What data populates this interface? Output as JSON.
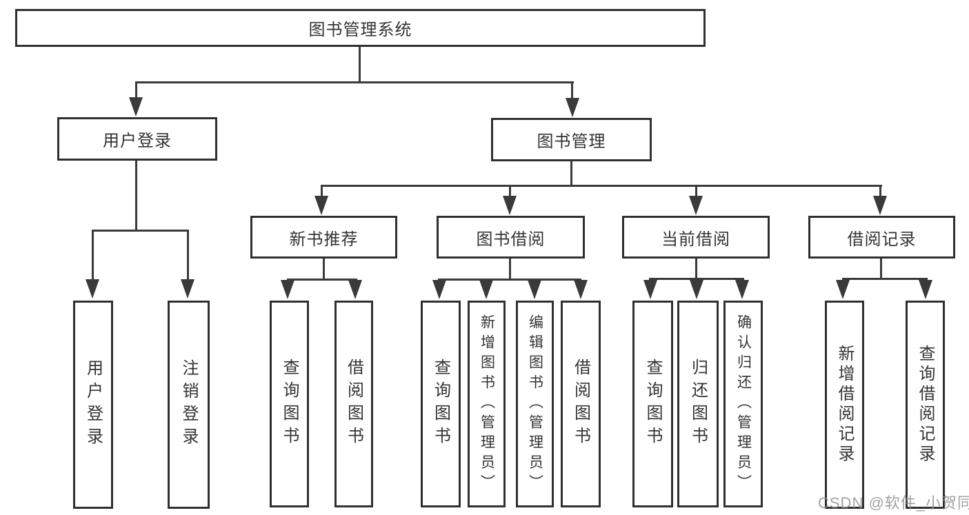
{
  "diagram": {
    "title": "图书管理系统",
    "level2": [
      {
        "label": "用户登录",
        "children": [
          "用户登录",
          "注销登录"
        ]
      },
      {
        "label": "图书管理"
      }
    ],
    "level3": [
      {
        "label": "新书推荐",
        "children": [
          "查询图书",
          "借阅图书"
        ]
      },
      {
        "label": "图书借阅",
        "children": [
          "查询图书",
          "新增图书（管理员）",
          "编辑图书（管理员）",
          "借阅图书"
        ]
      },
      {
        "label": "当前借阅",
        "children": [
          "查询图书",
          "归还图书",
          "确认归还（管理员）"
        ]
      },
      {
        "label": "借阅记录",
        "children": [
          "新增借阅记录",
          "查询借阅记录"
        ]
      }
    ],
    "watermark": "CSDN @软件_小贺同学",
    "colors": {
      "line": "#3a3a3a",
      "border": "#2f2f2f",
      "text": "#333333",
      "background": "#ffffff",
      "watermark_gray": "#8c8c8c"
    }
  }
}
